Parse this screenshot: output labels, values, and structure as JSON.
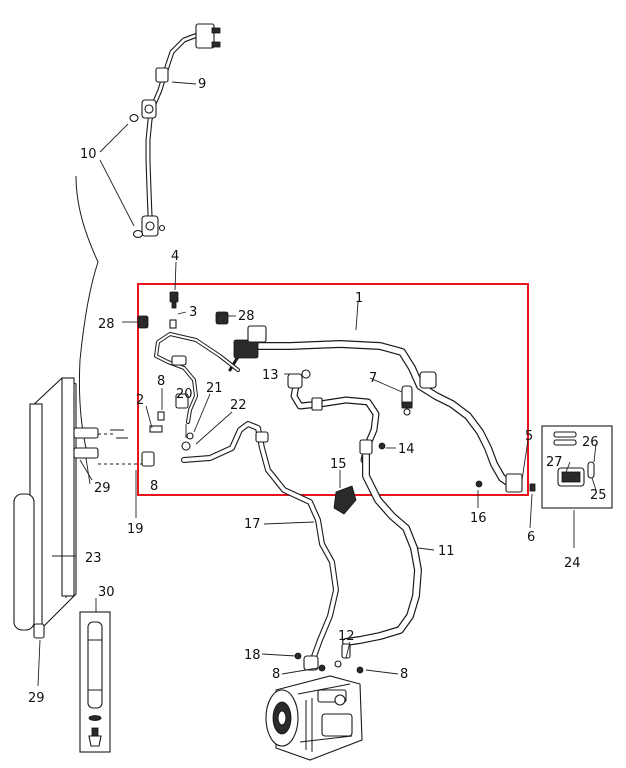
{
  "diagram": {
    "highlight_color": "#e8141b",
    "line_color": "#1a1a1a",
    "labels": {
      "l1": "1",
      "l2": "2",
      "l3": "3",
      "l4": "4",
      "l5": "5",
      "l6": "6",
      "l7": "7",
      "l8a": "8",
      "l8b": "8",
      "l8c": "8",
      "l8d": "8",
      "l9": "9",
      "l10": "10",
      "l11": "11",
      "l12": "12",
      "l13": "13",
      "l14": "14",
      "l15": "15",
      "l16": "16",
      "l17": "17",
      "l18": "18",
      "l19": "19",
      "l20": "20",
      "l21": "21",
      "l22": "22",
      "l23": "23",
      "l24": "24",
      "l25": "25",
      "l26": "26",
      "l27": "27",
      "l28a": "28",
      "l28b": "28",
      "l29a": "29",
      "l29b": "29",
      "l30": "30"
    }
  }
}
